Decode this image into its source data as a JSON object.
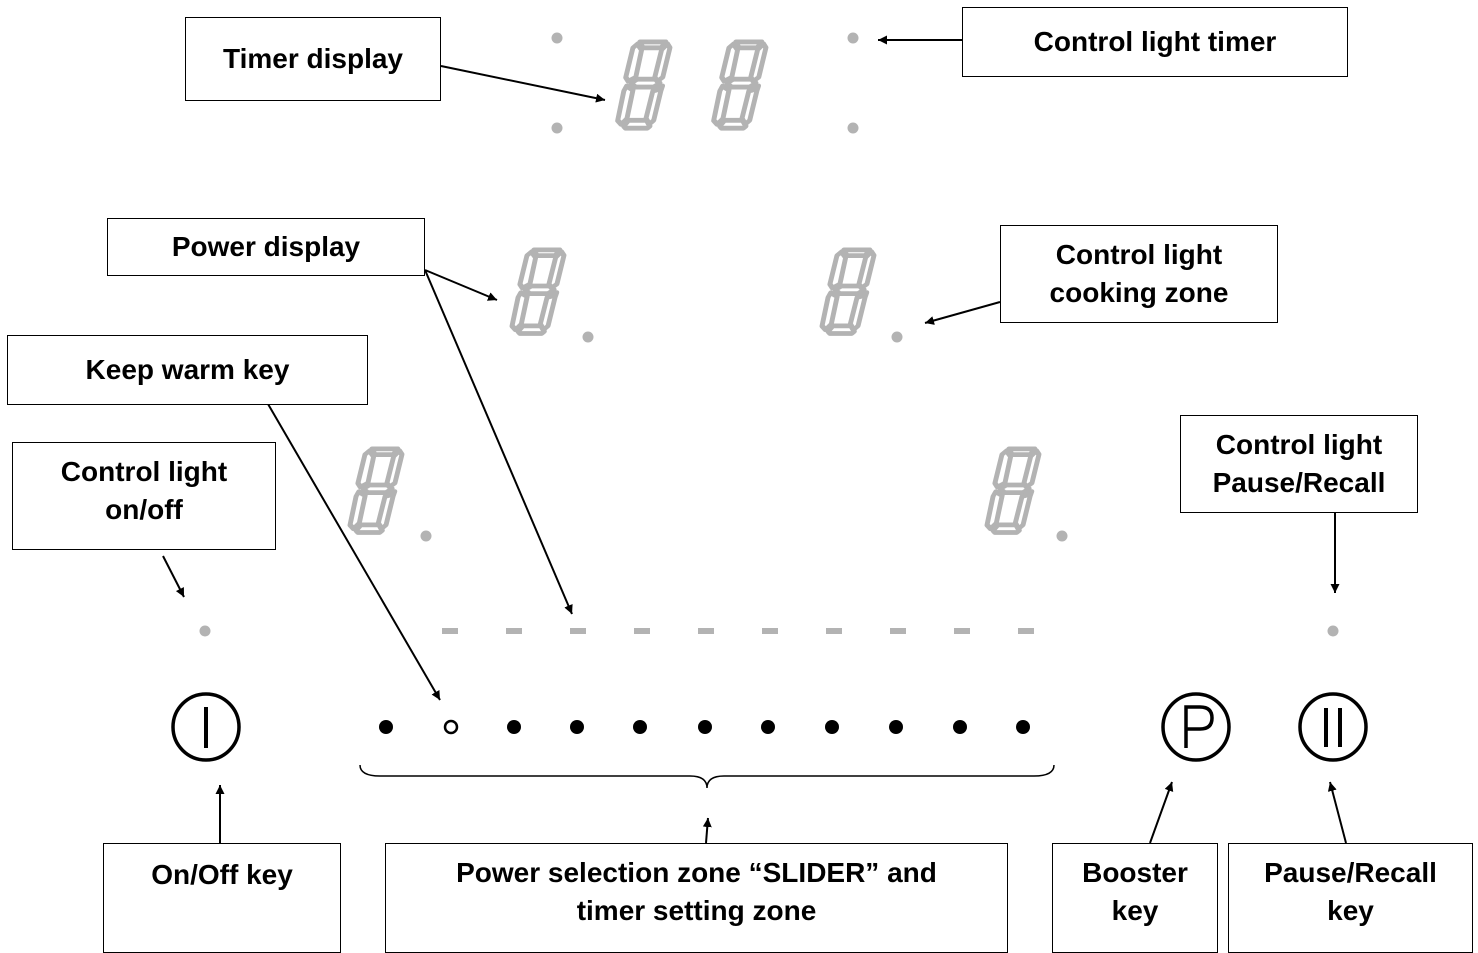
{
  "labels": {
    "timer_display": "Timer display",
    "control_light_timer": "Control light timer",
    "power_display": "Power display",
    "control_light_cooking_zone": [
      "Control light",
      "cooking zone"
    ],
    "keep_warm_key": "Keep warm key",
    "control_light_on_off": [
      "Control light",
      "on/off"
    ],
    "control_light_pause_recall": [
      "Control light",
      "Pause/Recall"
    ],
    "on_off_key": "On/Off key",
    "slider_zone": [
      "Power selection zone “SLIDER” and",
      "timer setting zone"
    ],
    "booster_key": [
      "Booster",
      "key"
    ],
    "pause_recall_key": [
      "Pause/Recall",
      "key"
    ]
  },
  "colors": {
    "segment": "#b3b3b3",
    "ink": "#000000"
  },
  "icons": {
    "on_off": "power-icon",
    "booster": "booster-p-icon",
    "pause": "pause-icon"
  }
}
